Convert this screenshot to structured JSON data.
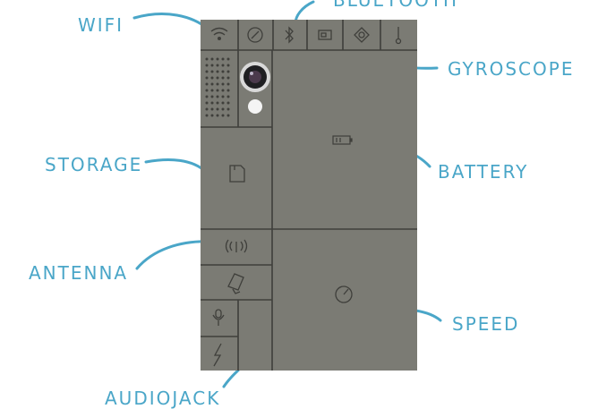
{
  "labels": {
    "wifi": "WIFI",
    "bluetooth": "BLUETOOTH",
    "gyroscope": "GYROSCOPE",
    "storage": "STORAGE",
    "battery": "BATTERY",
    "antenna": "ANTENNA",
    "speed": "SPEED",
    "audiojack": "AUDIOJACK"
  },
  "icons": {
    "wifi": "wifi-icon",
    "compass": "compass-icon",
    "bluetooth": "bluetooth-icon",
    "card": "card-icon",
    "gyroscope": "gyroscope-icon",
    "thermometer": "thermometer-icon",
    "speaker": "speaker-grille-icon",
    "camera": "camera-lens-icon",
    "flash": "flash-icon",
    "storage": "sd-card-icon",
    "battery": "battery-icon",
    "antenna": "antenna-icon",
    "module": "module-icon",
    "speed": "speedometer-icon",
    "microphone": "microphone-icon",
    "audiojack": "lightning-icon"
  },
  "colors": {
    "label": "#4aa6c8",
    "phone_body": "#7b7b74",
    "module_line": "#3f3f3b",
    "background": "#ffffff"
  }
}
